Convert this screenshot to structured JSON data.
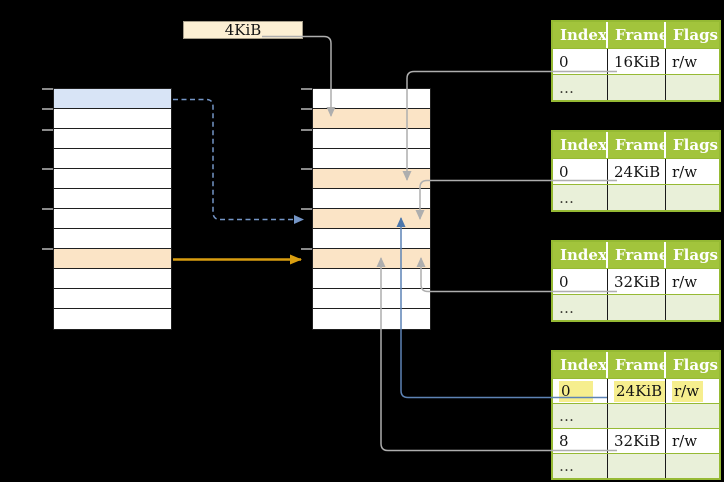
{
  "diagram": {
    "page_size_label": "4KiB",
    "left_table": {
      "description": "left column table",
      "row_count": 12,
      "blue_row": 1,
      "orange_row": 9
    },
    "middle_table": {
      "description": "middle column table",
      "row_count": 12,
      "orange_rows": [
        2,
        5,
        7,
        9
      ]
    },
    "subtables": [
      {
        "headers": [
          "Index",
          "Frame",
          "Flags"
        ],
        "rows": [
          [
            "0",
            "16KiB",
            "r/w"
          ],
          [
            "…",
            "",
            ""
          ]
        ]
      },
      {
        "headers": [
          "Index",
          "Frame",
          "Flags"
        ],
        "rows": [
          [
            "0",
            "24KiB",
            "r/w"
          ],
          [
            "…",
            "",
            ""
          ]
        ]
      },
      {
        "headers": [
          "Index",
          "Frame",
          "Flags"
        ],
        "rows": [
          [
            "0",
            "32KiB",
            "r/w"
          ],
          [
            "…",
            "",
            ""
          ]
        ]
      },
      {
        "headers": [
          "Index",
          "Frame",
          "Flags"
        ],
        "highlighted_row": 0,
        "rows": [
          [
            "0",
            "24KiB",
            "r/w"
          ],
          [
            "…",
            "",
            ""
          ],
          [
            "8",
            "32KiB",
            "r/w"
          ],
          [
            "…",
            "",
            ""
          ]
        ]
      }
    ],
    "colors": {
      "row_orange": "#fbe4c6",
      "row_blue": "#d8e4f6",
      "header_green": "#a2c43c",
      "light_green": "#e9f0d9",
      "yellow_highlight": "#f6ee8e",
      "gold_arrow": "#d99e10",
      "blue_arrow": "#4d77ab",
      "dashed_blue_arrow": "#7495c6",
      "gray_arrow": "#aeaeae"
    }
  }
}
